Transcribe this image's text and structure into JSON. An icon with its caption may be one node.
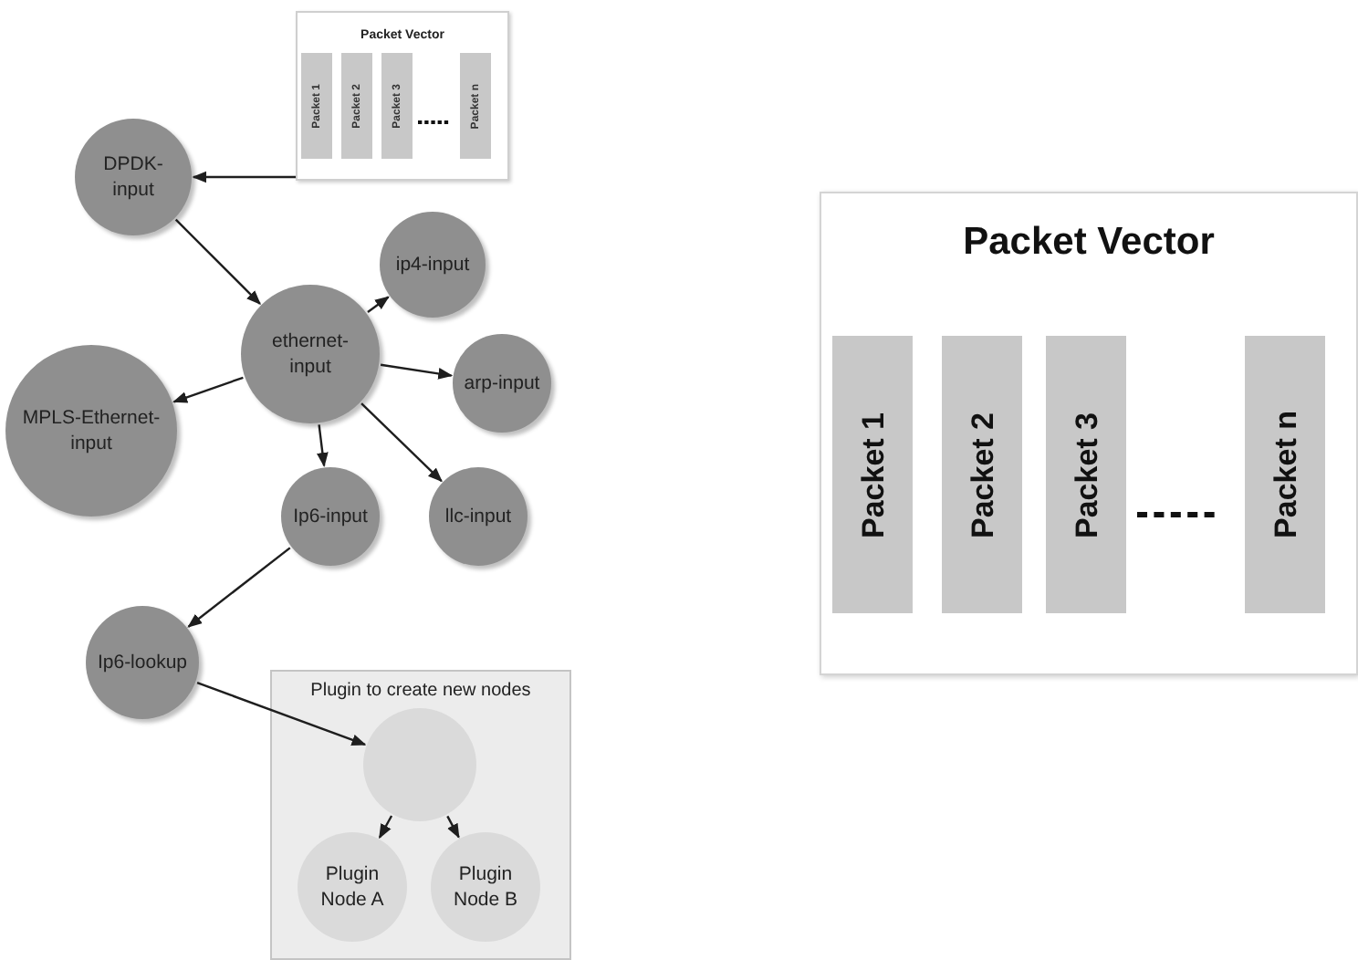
{
  "diagram": {
    "nodes": [
      {
        "text": [
          "Packet Vector"
        ]
      },
      {
        "text": [
          "Packet 1"
        ],
        "in": 0
      },
      {
        "text": [
          "Packet 2"
        ],
        "in": 0
      },
      {
        "text": [
          "Packet 3"
        ],
        "in": 0
      },
      {
        "text": [
          "Packet n"
        ],
        "in": 0
      },
      {
        "text": [
          "DPDK-input"
        ]
      },
      {
        "text": [
          "ethernet-input"
        ]
      },
      {
        "text": [
          "ip4-input"
        ]
      },
      {
        "text": [
          "arp-input"
        ]
      },
      {
        "text": [
          "MPLS-Ethernet-input"
        ]
      },
      {
        "text": [
          "Ip6-input"
        ]
      },
      {
        "text": [
          "llc-input"
        ]
      },
      {
        "text": [
          "Ip6-lookup"
        ]
      },
      {
        "text": [
          "Plugin to create new nodes"
        ]
      },
      {
        "text": [],
        "shape": "circle",
        "in": 13
      },
      {
        "text": [
          "Plugin Node A"
        ],
        "in": 13
      },
      {
        "text": [
          "Plugin Node B"
        ],
        "in": 13
      },
      {
        "text": [
          "Packet Vector"
        ]
      },
      {
        "text": [
          "Packet 1"
        ],
        "in": 17
      },
      {
        "text": [
          "Packet 2"
        ],
        "in": 17
      },
      {
        "text": [
          "Packet 3"
        ],
        "in": 17
      },
      {
        "text": [
          "Packet n"
        ],
        "in": 17
      }
    ],
    "edges": [
      {
        "from": 0,
        "to": 5,
        "arrow": "to"
      },
      {
        "from": 5,
        "to": 6,
        "arrow": "to"
      },
      {
        "from": 6,
        "to": 7,
        "arrow": "to"
      },
      {
        "from": 6,
        "to": 8,
        "arrow": "to"
      },
      {
        "from": 6,
        "to": 9,
        "arrow": "to"
      },
      {
        "from": 6,
        "to": 10,
        "arrow": "to"
      },
      {
        "from": 6,
        "to": 11,
        "arrow": "to"
      },
      {
        "from": 10,
        "to": 12,
        "arrow": "to"
      },
      {
        "from": 12,
        "to": 14,
        "arrow": "to"
      },
      {
        "from": 14,
        "to": 15,
        "arrow": "to"
      },
      {
        "from": 14,
        "to": 16,
        "arrow": "to"
      }
    ]
  }
}
